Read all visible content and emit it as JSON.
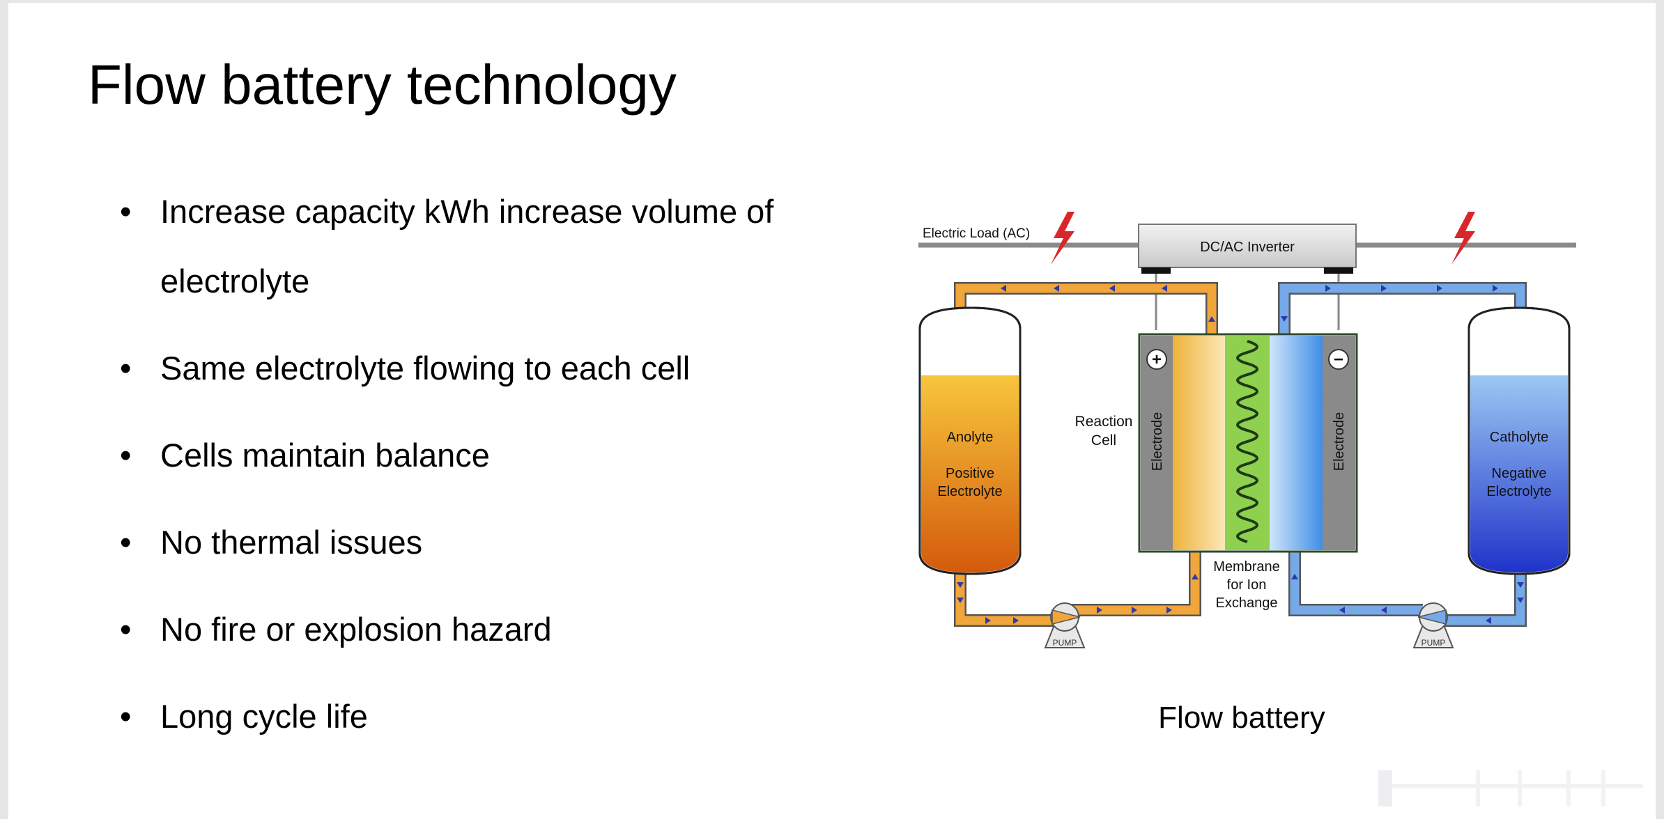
{
  "slide": {
    "title": "Flow battery technology",
    "bullets": [
      {
        "text": "Increase capacity kWh increase volume of electrolyte"
      },
      {
        "text": "Same electrolyte flowing to each cell"
      },
      {
        "text": "Cells maintain balance"
      },
      {
        "text": "No thermal issues"
      },
      {
        "text": "No fire or explosion hazard"
      },
      {
        "text": "Long cycle life"
      }
    ],
    "bullet_symbol": "•",
    "caption": "Flow battery"
  },
  "diagram": {
    "electric_load": "Electric Load (AC)",
    "inverter": "DC/AC Inverter",
    "reaction_cell": [
      "Reaction",
      "Cell"
    ],
    "electrode_left": "Electrode",
    "electrode_right": "Electrode",
    "plus": "+",
    "minus": "−",
    "anolyte_title": "Anolyte",
    "anolyte_sub": [
      "Positive",
      "Electrolyte"
    ],
    "catholyte_title": "Catholyte",
    "catholyte_sub": [
      "Negative",
      "Electrolyte"
    ],
    "membrane": [
      "Membrane",
      "for Ion",
      "Exchange"
    ],
    "pump_left": "PUMP",
    "pump_right": "PUMP",
    "colors": {
      "orange_flow": "#f0a63a",
      "blue_flow": "#76a9e8",
      "lightning": "#d9262a",
      "membrane_green": "#8fd14f"
    }
  }
}
